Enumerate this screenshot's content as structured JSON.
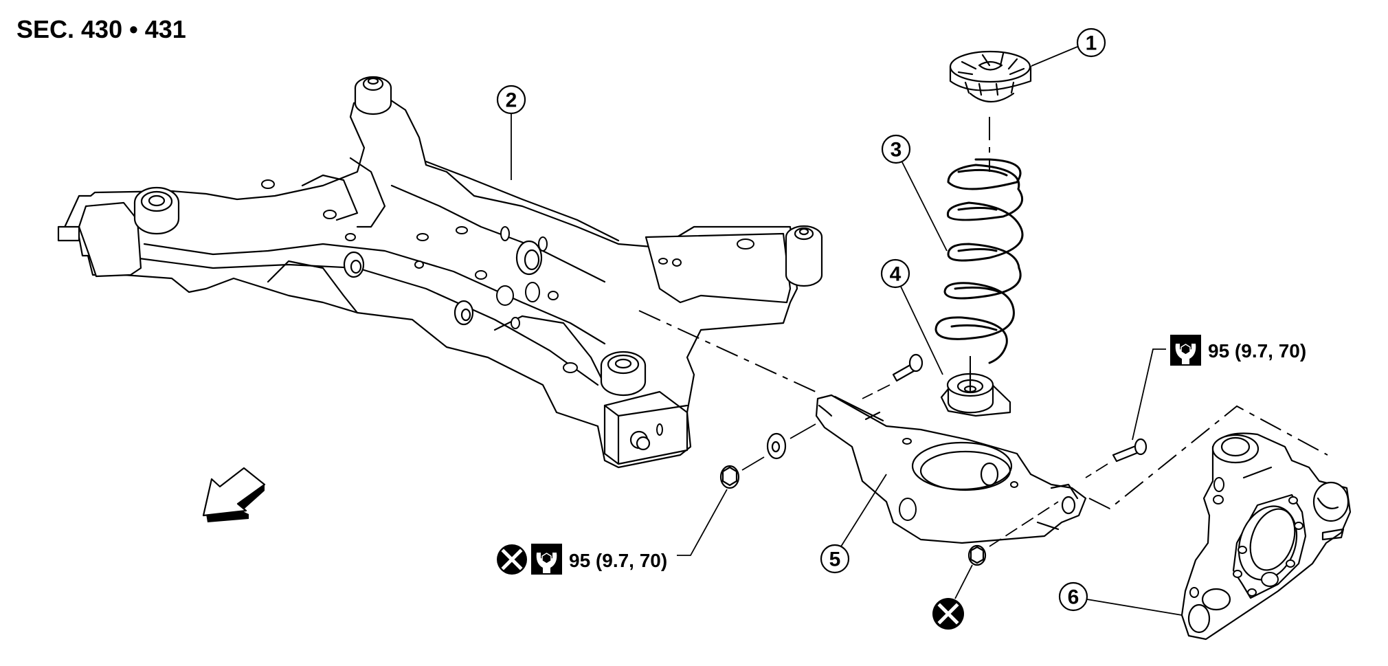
{
  "section_title": "SEC. 430 • 431",
  "callouts": [
    {
      "number": "1",
      "part": "bound-bumper"
    },
    {
      "number": "2",
      "part": "rear-suspension-member"
    },
    {
      "number": "3",
      "part": "coil-spring"
    },
    {
      "number": "4",
      "part": "spring-seat"
    },
    {
      "number": "5",
      "part": "lower-link"
    },
    {
      "number": "6",
      "part": "axle-housing"
    }
  ],
  "torque_specs": [
    {
      "id": "lower-link-inner-nut",
      "value": "95 (9.7, 70)",
      "non_reusable": true,
      "icon": "torque-wrench-icon"
    },
    {
      "id": "lower-link-outer-bolt",
      "value": "95 (9.7, 70)",
      "non_reusable": false,
      "icon": "torque-wrench-icon"
    }
  ],
  "symbols": {
    "non_reusable": "non-reusable-part-icon",
    "front_direction": "vehicle-front-arrow-icon"
  },
  "colors": {
    "line": "#000000",
    "background": "#ffffff"
  }
}
